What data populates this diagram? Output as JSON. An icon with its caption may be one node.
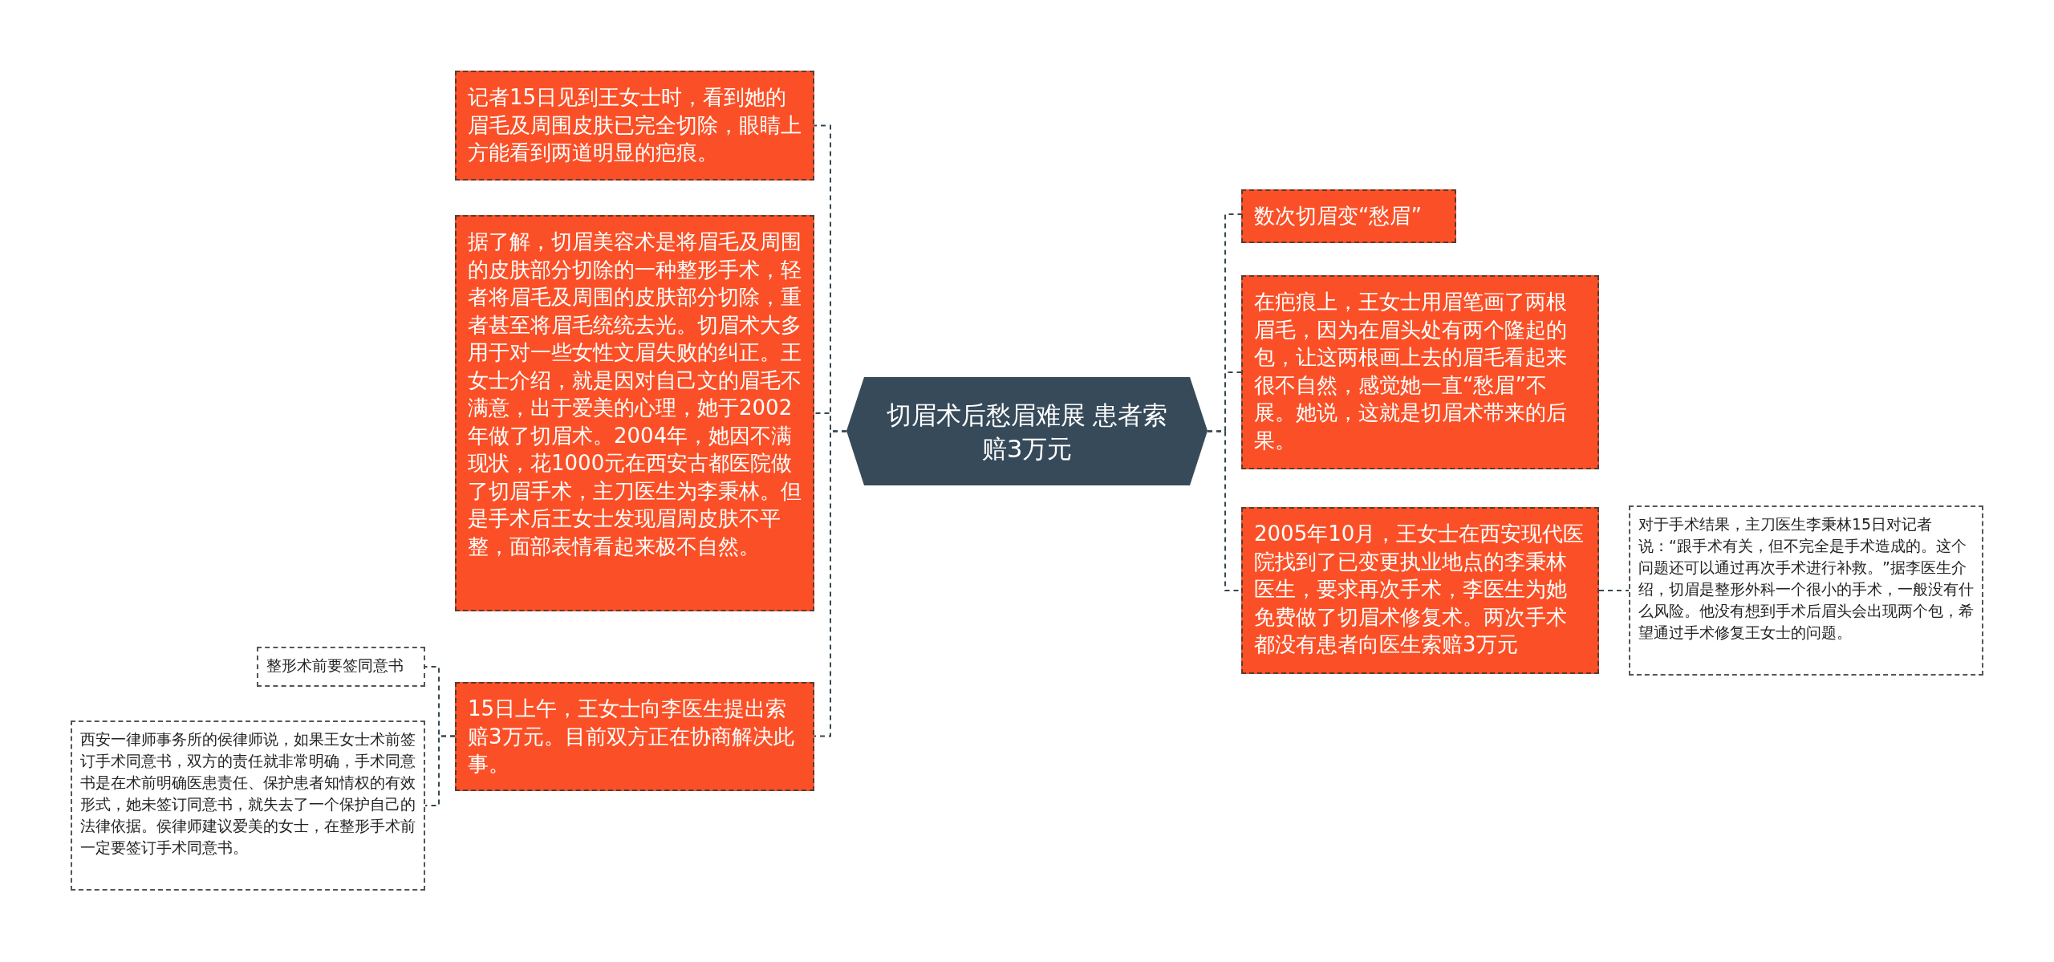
{
  "diagram": {
    "nodes": [
      {
        "text": [
          "切眉术后愁眉难展 患者索赔3万元"
        ]
      },
      {
        "text": [
          "记者15日见到王女士时，看到她的眉毛及周围皮肤已完全切除，眼睛上方能看到两道明显的疤痕。"
        ]
      },
      {
        "text": [
          "据了解，切眉美容术是将眉毛及周围的皮肤部分切除的一种整形手术，轻者将眉毛及周围的皮肤部分切除，重者甚至将眉毛统统去光。切眉术大多用于对一些女性文眉失败的纠正。王女士介绍，就是因对自己文的眉毛不满意，出于爱美的心理，她于2002年做了切眉术。2004年，她因不满现状，花1000元在西安古都医院做了切眉手术，主刀医生为李秉林。但是手术后王女士发现眉周皮肤不平整，面部表情看起来极不自然。"
        ]
      },
      {
        "text": [
          "15日上午，王女士向李医生提出索赔3万元。目前双方正在协商解决此事。"
        ]
      },
      {
        "text": [
          "整形术前要签同意书"
        ]
      },
      {
        "text": [
          "西安一律师事务所的侯律师说，如果王女士术前签订手术同意书，双方的责任就非常明确，手术同意书是在术前明确医患责任、保护患者知情权的有效形式，她未签订同意书，就失去了一个保护自己的法律依据。侯律师建议爱美的女士，在整形手术前一定要签订手术同意书。"
        ]
      },
      {
        "text": [
          "数次切眉变“愁眉”"
        ]
      },
      {
        "text": [
          "在疤痕上，王女士用眉笔画了两根眉毛，因为在眉头处有两个隆起的包，让这两根画上去的眉毛看起来很不自然，感觉她一直“愁眉”不展。她说，这就是切眉术带来的后果。"
        ]
      },
      {
        "text": [
          "2005年10月，王女士在西安现代医院找到了已变更执业地点的李秉林医生，要求再次手术，李医生为她免费做了切眉术修复术。两次手术都没有患者向医生索赔3万元"
        ]
      },
      {
        "text": [
          "对于手术结果，主刀医生李秉林15日对记者说：“跟手术有关，但不完全是手术造成的。这个问题还可以通过再次手术进行补救。”据李医生介绍，切眉是整形外科一个很小的手术，一般没有什么风险。他没有想到手术后眉头会出现两个包，希望通过手术修复王女士的问题。"
        ]
      }
    ],
    "edges": [
      {
        "from": 0,
        "to": 1,
        "arrow": "none"
      },
      {
        "from": 0,
        "to": 2,
        "arrow": "none"
      },
      {
        "from": 0,
        "to": 3,
        "arrow": "none"
      },
      {
        "from": 3,
        "to": 4,
        "arrow": "none"
      },
      {
        "from": 3,
        "to": 5,
        "arrow": "none"
      },
      {
        "from": 0,
        "to": 6,
        "arrow": "none"
      },
      {
        "from": 0,
        "to": 7,
        "arrow": "none"
      },
      {
        "from": 0,
        "to": 8,
        "arrow": "none"
      },
      {
        "from": 8,
        "to": 9,
        "arrow": "none"
      }
    ]
  }
}
